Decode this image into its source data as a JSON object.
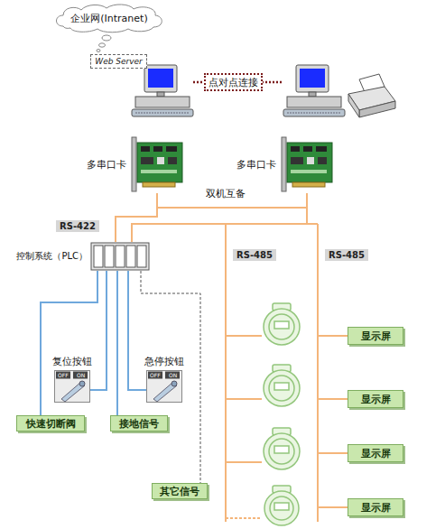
{
  "diagram": {
    "nodes": [
      {
        "text": [
          "企业网(Intranet)"
        ]
      },
      {
        "text": [
          "Web Server"
        ]
      },
      {
        "text": [
          "点对点连接"
        ]
      },
      {
        "text": [
          "多串口卡"
        ]
      },
      {
        "text": [
          "多串口卡"
        ]
      },
      {
        "text": [
          "控制系统（PLC）"
        ]
      },
      {
        "text": [
          "复位按钮"
        ]
      },
      {
        "text": [
          "急停按钮"
        ]
      },
      {
        "text": [
          "快速切断阀"
        ]
      },
      {
        "text": [
          "接地信号"
        ]
      },
      {
        "text": [
          "其它信号"
        ]
      },
      {
        "text": [
          "显示屏"
        ]
      },
      {
        "text": [
          "显示屏"
        ]
      },
      {
        "text": [
          "显示屏"
        ]
      },
      {
        "text": [
          "显示屏"
        ]
      }
    ],
    "edges": [
      {
        "from": 3,
        "to": 4,
        "label": "双机互备",
        "arrow": "none"
      },
      {
        "from": 3,
        "to": 5,
        "arrow": "none"
      },
      {
        "from": 4,
        "to": 5,
        "arrow": "none"
      },
      {
        "from": 5,
        "to": 8,
        "arrow": "none"
      },
      {
        "from": 5,
        "to": 6,
        "arrow": "none"
      },
      {
        "from": 5,
        "to": 9,
        "arrow": "none"
      },
      {
        "from": 5,
        "to": 7,
        "arrow": "none"
      },
      {
        "from": 5,
        "to": 10,
        "arrow": "none"
      }
    ],
    "labels": [
      "RS-422",
      "RS-485",
      "RS-485",
      "OFF",
      "ON",
      "OFF",
      "ON"
    ]
  }
}
